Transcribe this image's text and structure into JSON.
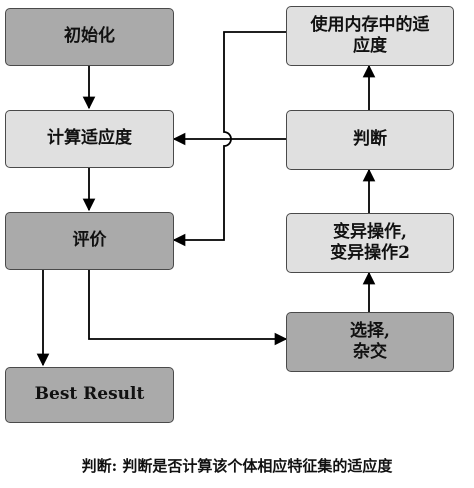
{
  "nodes": {
    "init": "初始化",
    "compute_fitness": "计算适应度",
    "evaluate": "评价",
    "best_result": "Best Result",
    "use_memory_fitness_line1": "使用内存中的适",
    "use_memory_fitness_line2": "应度",
    "judge": "判断",
    "mutation_line1": "变异操作,",
    "mutation_line2": "变异操作2",
    "selection_line1": "选择,",
    "selection_line2": "杂交"
  },
  "caption": "判断: 判断是否计算该个体相应特征集的适应度"
}
